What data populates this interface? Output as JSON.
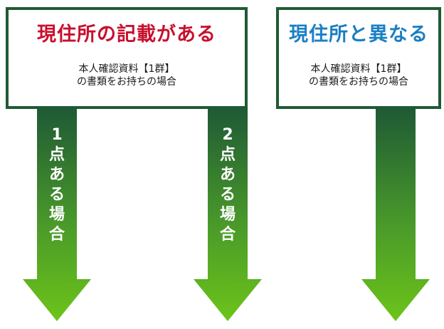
{
  "left_box": {
    "title": "現住所の記載がある",
    "subtitle_line1": "本人確認資料【1群】",
    "subtitle_line2": "の書類をお持ちの場合"
  },
  "right_box": {
    "title": "現住所と異なる",
    "subtitle_line1": "本人確認資料【1群】",
    "subtitle_line2": "の書類をお持ちの場合"
  },
  "arrows": [
    {
      "label_chars": [
        "1",
        "点",
        "あ",
        "る",
        "場",
        "合"
      ]
    },
    {
      "label_chars": [
        "2",
        "点",
        "あ",
        "る",
        "場",
        "合"
      ]
    },
    {
      "label_chars": []
    }
  ],
  "colors": {
    "border": "#1f5a35",
    "left_title": "#c8102e",
    "right_title": "#1a7fc4",
    "arrow_top": "#1f5a35",
    "arrow_bottom": "#6cc419"
  }
}
